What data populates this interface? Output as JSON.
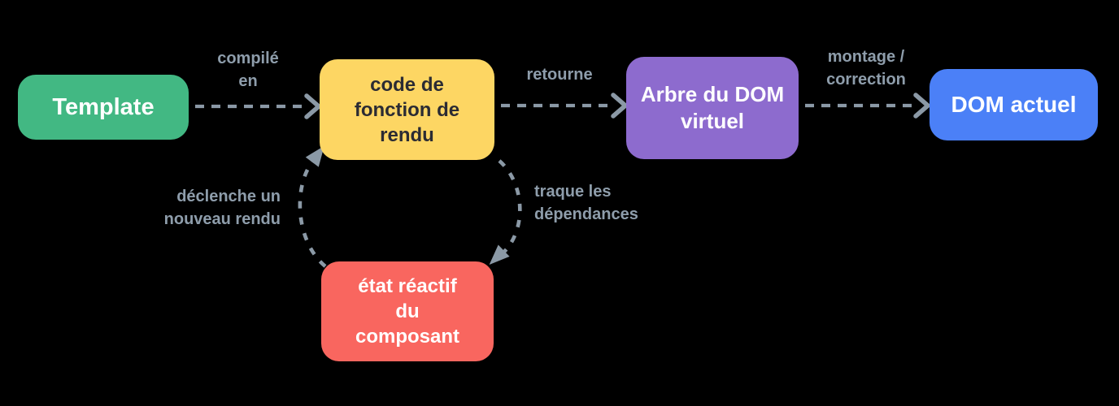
{
  "diagram": {
    "title": "Vue rendering pipeline (French)",
    "background_color": "#000000",
    "arrow_color": "#8b99a6",
    "edge_label_color": "#8e9dab"
  },
  "nodes": {
    "template": {
      "label": "Template",
      "color": "#42b883",
      "text_color": "#ffffff"
    },
    "render_code": {
      "lines": [
        "code de",
        "fonction de",
        "rendu"
      ],
      "color": "#fdd663",
      "text_color": "#2b2b33"
    },
    "vdom": {
      "lines": [
        "Arbre du DOM",
        "virtuel"
      ],
      "color": "#8d6bce",
      "text_color": "#ffffff"
    },
    "dom": {
      "label": "DOM actuel",
      "color": "#4b80f7",
      "text_color": "#ffffff"
    },
    "state": {
      "lines": [
        "état réactif",
        "du",
        "composant"
      ],
      "color": "#f9665f",
      "text_color": "#ffffff"
    }
  },
  "edges": {
    "compile": {
      "lines": [
        "compilé",
        "en"
      ],
      "from": "template",
      "to": "render_code"
    },
    "returns": {
      "label": "retourne",
      "from": "render_code",
      "to": "vdom"
    },
    "mount": {
      "lines": [
        "montage /",
        "correction"
      ],
      "from": "vdom",
      "to": "dom"
    },
    "track": {
      "lines": [
        "traque les",
        "dépendances"
      ],
      "from": "render_code",
      "to": "state"
    },
    "trigger": {
      "lines": [
        "déclenche un",
        "nouveau rendu"
      ],
      "from": "state",
      "to": "render_code"
    }
  }
}
